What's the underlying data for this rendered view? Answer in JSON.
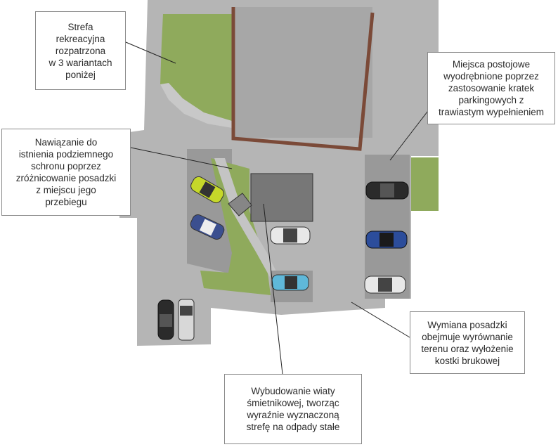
{
  "annotations": {
    "recreation_zone": "Strefa\nrekreacyjna\nrozpatrzona\nw 3 wariantach\nponiżej",
    "parking_spaces": "Miejsca postojowe\nwyodrębnione poprzez\nzastosowanie kratek\nparkingowych z\ntrawiastym wypełnieniem",
    "shelter_reference": "Nawiązanie do\nistnienia podziemnego\nschronu poprzez\nzróżnicowanie posadzki\nz miejscu  jego\nprzebiegu",
    "paving_replacement": "Wymiana posadzki\nobejmuje wyrównanie\nterenu oraz wyłożenie\nkostki brukowej",
    "waste_shelter": "Wybudowanie wiaty\nśmietnikowej, tworząc\nwyraźnie wyznaczoną\nstrefę na odpady stałe"
  },
  "colors": {
    "paving": "#b5b5b5",
    "parking_grid": "#999999",
    "grass": "#8faa5c",
    "building_roof": "#a7a7a7",
    "building_wall": "#7b4a38",
    "shelter_roof": "#777777",
    "leader_line": "#222222"
  },
  "cars": [
    {
      "name": "car-lime",
      "color": "#c6d82a"
    },
    {
      "name": "car-blue-white",
      "color": "#3b4f8f"
    },
    {
      "name": "car-white-center",
      "color": "#e8e8e8"
    },
    {
      "name": "car-light-blue",
      "color": "#5fb8d9"
    },
    {
      "name": "car-black-right",
      "color": "#2b2b2b"
    },
    {
      "name": "car-navy",
      "color": "#2c4d9b"
    },
    {
      "name": "car-white-right",
      "color": "#e8e8e8"
    },
    {
      "name": "car-black-left",
      "color": "#2b2b2b"
    },
    {
      "name": "car-pickup",
      "color": "#d8d8d8"
    }
  ]
}
